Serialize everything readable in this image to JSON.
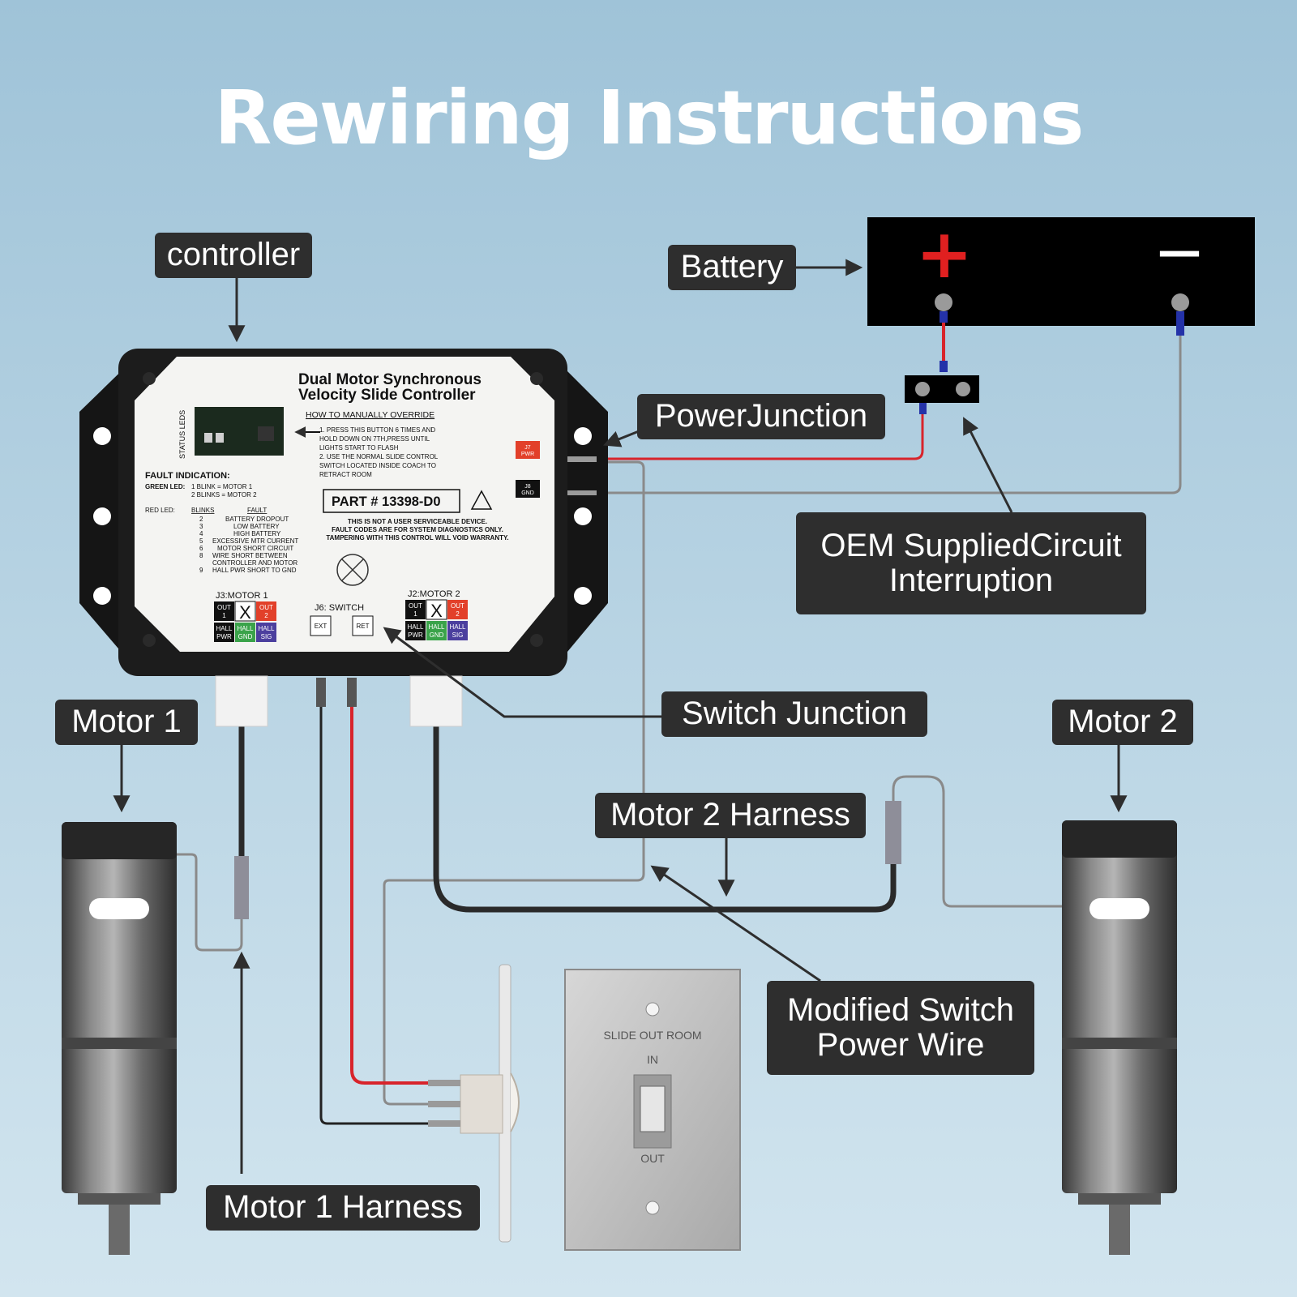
{
  "title": "Rewiring Instructions",
  "callouts": {
    "controller": "controller",
    "battery": "Battery",
    "power_junction": "PowerJunction",
    "oem": [
      "OEM SuppliedCircuit",
      "Interruption"
    ],
    "switch_junction": "Switch Junction",
    "motor1": "Motor 1",
    "motor2": "Motor 2",
    "motor2_harness": "Motor 2 Harness",
    "modified_switch": [
      "Modified Switch",
      "Power Wire"
    ],
    "motor1_harness": "Motor 1 Harness"
  },
  "battery": {
    "plus": "+",
    "minus": "—"
  },
  "controller_label": {
    "title1": "Dual Motor Synchronous",
    "title2": "Velocity Slide Controller",
    "status_leds": "STATUS LEDS",
    "override_heading": "HOW TO MANUALLY OVERRIDE",
    "override_steps": [
      "1.  PRESS THIS BUTTON 6 TIMES AND",
      "HOLD DOWN ON 7TH,PRESS UNTIL",
      "LIGHTS START TO FLASH",
      "2.  USE THE NORMAL SLIDE CONTROL",
      "SWITCH LOCATED INSIDE COACH TO",
      "RETRACT ROOM"
    ],
    "fault_heading": "FAULT INDICATION:",
    "green_led": "GREEN LED:",
    "green_lines": [
      "1 BLINK = MOTOR 1",
      "2 BLINKS = MOTOR 2"
    ],
    "red_led": "RED LED:",
    "blinks_header": "BLINKS",
    "fault_header": "FAULT",
    "faults": [
      {
        "blinks": "2",
        "fault": "BATTERY DROPOUT"
      },
      {
        "blinks": "3",
        "fault": "LOW BATTERY"
      },
      {
        "blinks": "4",
        "fault": "HIGH BATTERY"
      },
      {
        "blinks": "5",
        "fault": "EXCESSIVE MTR CURRENT"
      },
      {
        "blinks": "6",
        "fault": "MOTOR SHORT CIRCUIT"
      },
      {
        "blinks": "8",
        "fault": "WIRE SHORT BETWEEN"
      },
      {
        "blinks": "",
        "fault": "CONTROLLER AND MOTOR"
      },
      {
        "blinks": "9",
        "fault": "HALL PWR SHORT TO GND"
      }
    ],
    "part_number": "PART # 13398-D0",
    "warning": [
      "THIS IS NOT A USER SERVICEABLE DEVICE.",
      "FAULT CODES ARE FOR SYSTEM DIAGNOSTICS ONLY.",
      "TAMPERING WITH THIS CONTROL WILL VOID WARRANTY."
    ],
    "j7": [
      "J7",
      "PWR"
    ],
    "j8": [
      "J8",
      "GND"
    ],
    "j3": "J3:MOTOR 1",
    "j6": "J6: SWITCH",
    "j2": "J2:MOTOR 2",
    "ext": "EXT",
    "ret": "RET",
    "out1": [
      "OUT",
      "1"
    ],
    "out2": [
      "OUT",
      "2"
    ],
    "hall_pwr": [
      "HALL",
      "PWR"
    ],
    "hall_gnd": [
      "HALL",
      "GND"
    ],
    "hall_sig": [
      "HALL",
      "SIG"
    ],
    "x_mark": "X"
  },
  "wall_switch": {
    "label": "SLIDE OUT ROOM",
    "in": "IN",
    "out": "OUT"
  },
  "colors": {
    "background_top": "#9fc3d8",
    "background_bottom": "#cfe3ee",
    "callout": "#2e2e2e",
    "red_wire": "#d8242b",
    "out_red": "#e2402a",
    "hall_green": "#3aa34a",
    "hall_purple": "#4b3f9e"
  }
}
